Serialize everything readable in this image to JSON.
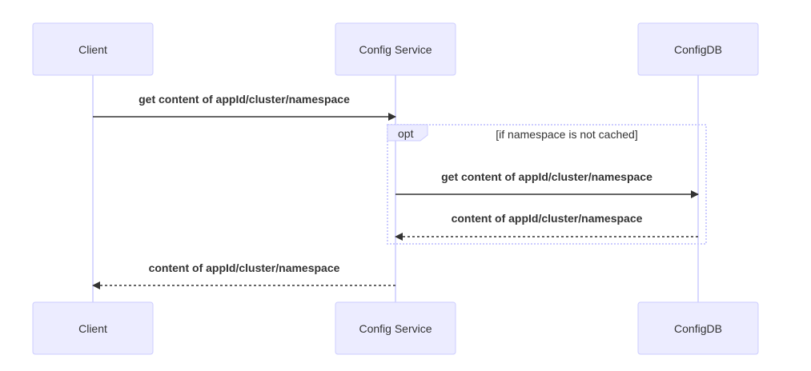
{
  "participants": [
    {
      "id": "client",
      "label": "Client"
    },
    {
      "id": "config_service",
      "label": "Config Service"
    },
    {
      "id": "configdb",
      "label": "ConfigDB"
    }
  ],
  "messages": [
    {
      "from": "client",
      "to": "config_service",
      "label": "get content of appId/cluster/namespace",
      "style": "solid"
    },
    {
      "from": "config_service",
      "to": "configdb",
      "label": "get content of appId/cluster/namespace",
      "style": "solid"
    },
    {
      "from": "configdb",
      "to": "config_service",
      "label": "content of appId/cluster/namespace",
      "style": "dashed"
    },
    {
      "from": "config_service",
      "to": "client",
      "label": "content of appId/cluster/namespace",
      "style": "dashed"
    }
  ],
  "fragment": {
    "type": "opt",
    "condition": "[if namespace is not cached]"
  },
  "colors": {
    "actor_fill": "#ECECFF",
    "actor_border": "#CCCCFF",
    "lifeline": "#CCCCFF",
    "text": "#333333",
    "arrow": "#333333"
  }
}
